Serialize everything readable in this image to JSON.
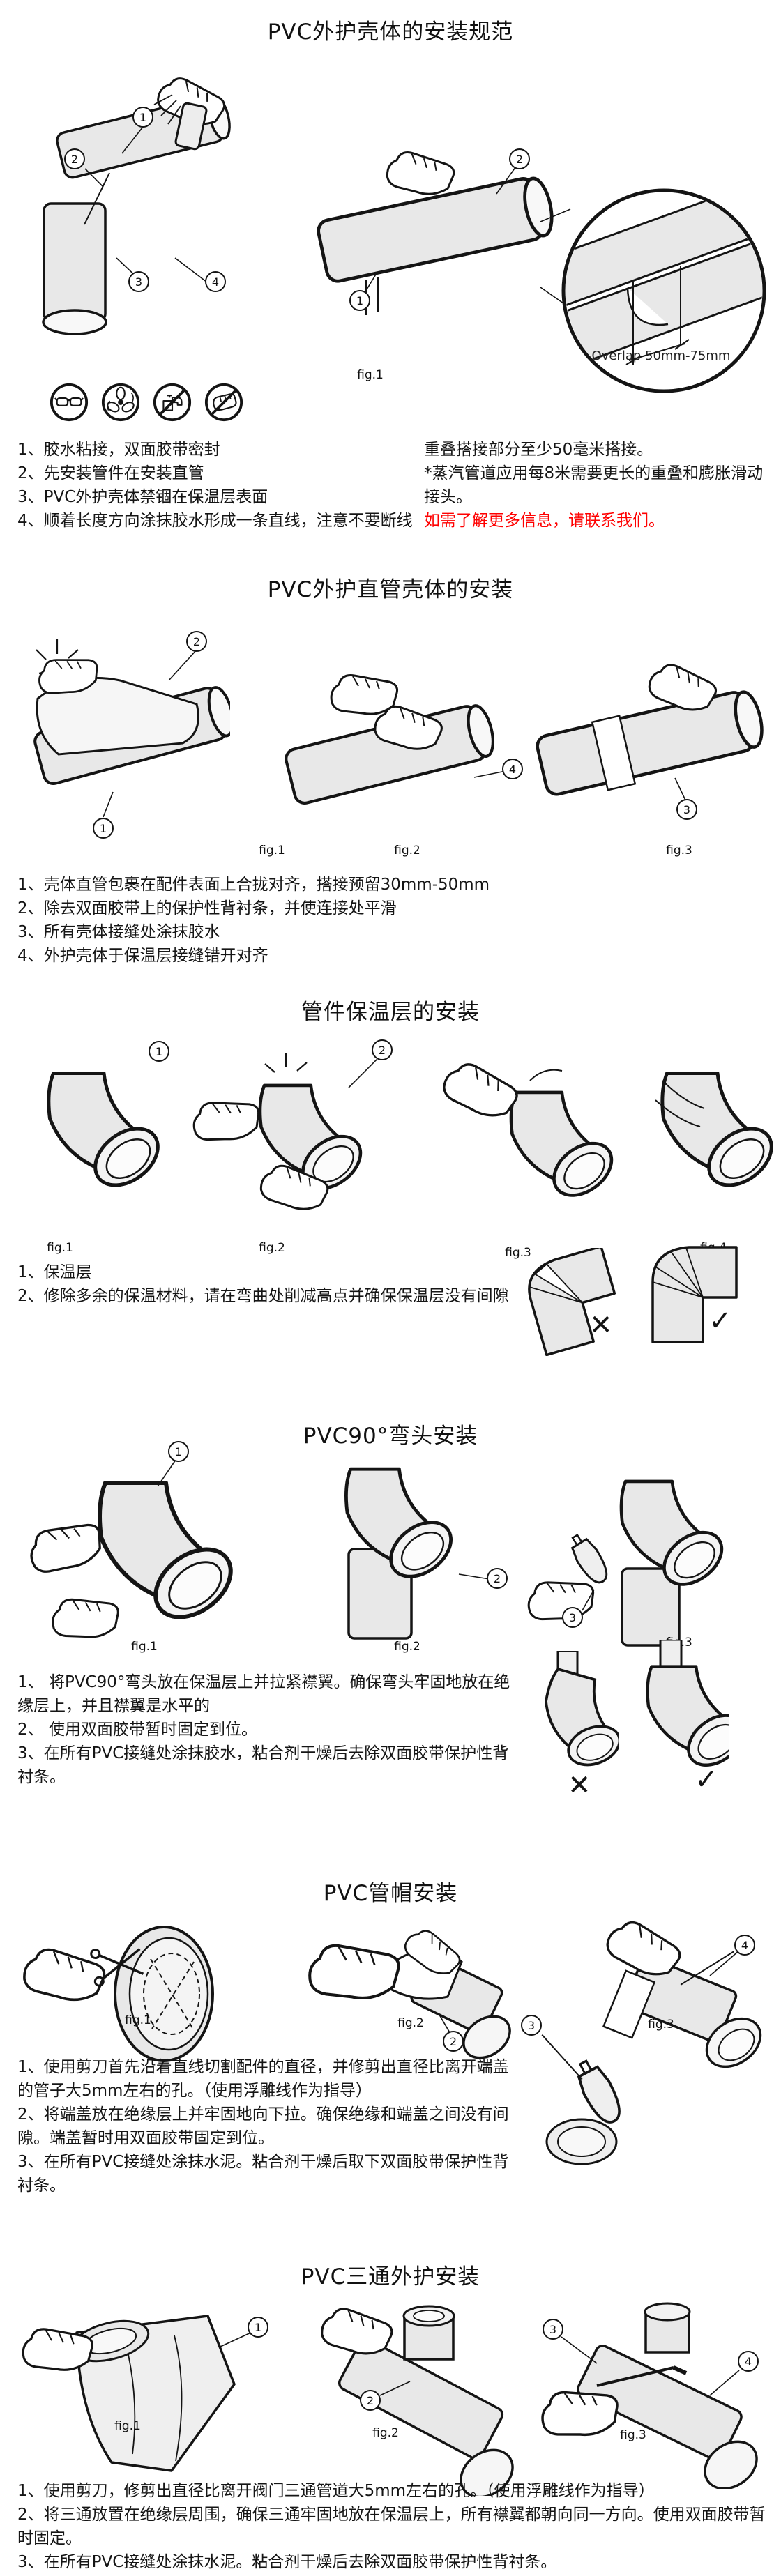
{
  "page": {
    "background": "#ffffff",
    "text_color": "#1a1a1a",
    "alert_color": "#ff0000",
    "line_art_fill": "#e8e8e8"
  },
  "marks": {
    "wrong": "✕",
    "right": "✓"
  },
  "sections": [
    {
      "title": "PVC外护壳体的安装规范",
      "fig_labels": [
        "fig.1"
      ],
      "callouts": [
        "1",
        "2",
        "3",
        "4",
        "2",
        "1"
      ],
      "detail_label": "Overlap 50mm-75mm",
      "safety_icons": [
        "safety-goggles-icon",
        "ventilation-fan-icon",
        "no-water-contact-icon",
        "no-touch-icon"
      ],
      "steps": [
        "1、胶水粘接，双面胶带密封",
        "2、先安装管件在安装直管",
        "3、PVC外护壳体禁锢在保温层表面",
        "4、顺着长度方向涂抹胶水形成一条直线，注意不要断线"
      ],
      "notes": [
        "重叠搭接部分至少50毫米搭接。",
        "*蒸汽管道应用每8米需要更长的重叠和膨胀滑动接头。"
      ],
      "contact": "如需了解更多信息，请联系我们。"
    },
    {
      "title": "PVC外护直管壳体的安装",
      "fig_labels": [
        "fig.1",
        "fig.2",
        "fig.3"
      ],
      "callouts": [
        "2",
        "1",
        "4",
        "3"
      ],
      "steps": [
        "1、壳体直管包裹在配件表面上合拢对齐，搭接预留30mm-50mm",
        "2、除去双面胶带上的保护性背衬条，并使连接处平滑",
        "3、所有壳体接缝处涂抹胶水",
        "4、外护壳体于保温层接缝错开对齐"
      ]
    },
    {
      "title": "管件保温层的安装",
      "fig_labels": [
        "fig.1",
        "fig.2",
        "fig.3",
        "fig.4"
      ],
      "callouts": [
        "1",
        "2"
      ],
      "steps": [
        "1、保温层",
        "2、修除多余的保温材料，请在弯曲处削减高点并确保保温层没有间隙"
      ]
    },
    {
      "title": "PVC90°弯头安装",
      "fig_labels": [
        "fig.1",
        "fig.2",
        "fig.3"
      ],
      "callouts": [
        "1",
        "2",
        "3"
      ],
      "steps": [
        "1、 将PVC90°弯头放在保温层上并拉紧襟翼。确保弯头牢固地放在绝缘层上，并且襟翼是水平的",
        "2、 使用双面胶带暂时固定到位。",
        "3、在所有PVC接缝处涂抹胶水，粘合剂干燥后去除双面胶带保护性背衬条。"
      ]
    },
    {
      "title": "PVC管帽安装",
      "fig_labels": [
        "fig.1",
        "fig.2",
        "fig.3"
      ],
      "callouts": [
        "2",
        "3",
        "4"
      ],
      "steps": [
        "1、使用剪刀首先沿着直线切割配件的直径，并修剪出直径比离开端盖的管子大5mm左右的孔。（使用浮雕线作为指导）",
        "2、将端盖放在绝缘层上并牢固地向下拉。确保绝缘和端盖之间没有间隙。端盖暂时用双面胶带固定到位。",
        "3、在所有PVC接缝处涂抹水泥。粘合剂干燥后取下双面胶带保护性背衬条。"
      ]
    },
    {
      "title": "PVC三通外护安装",
      "fig_labels": [
        "fig.1",
        "fig.2",
        "fig.3"
      ],
      "callouts": [
        "1",
        "2",
        "3",
        "4"
      ],
      "steps": [
        "1、使用剪刀，修剪出直径比离开阀门三通管道大5mm左右的孔。（使用浮雕线作为指导）",
        "2、将三通放置在绝缘层周围，确保三通牢固地放在保温层上，所有襟翼都朝向同一方向。使用双面胶带暂时固定。",
        "3、在所有PVC接缝处涂抹水泥。粘合剂干燥后去除双面胶带保护性背衬条。"
      ]
    }
  ]
}
